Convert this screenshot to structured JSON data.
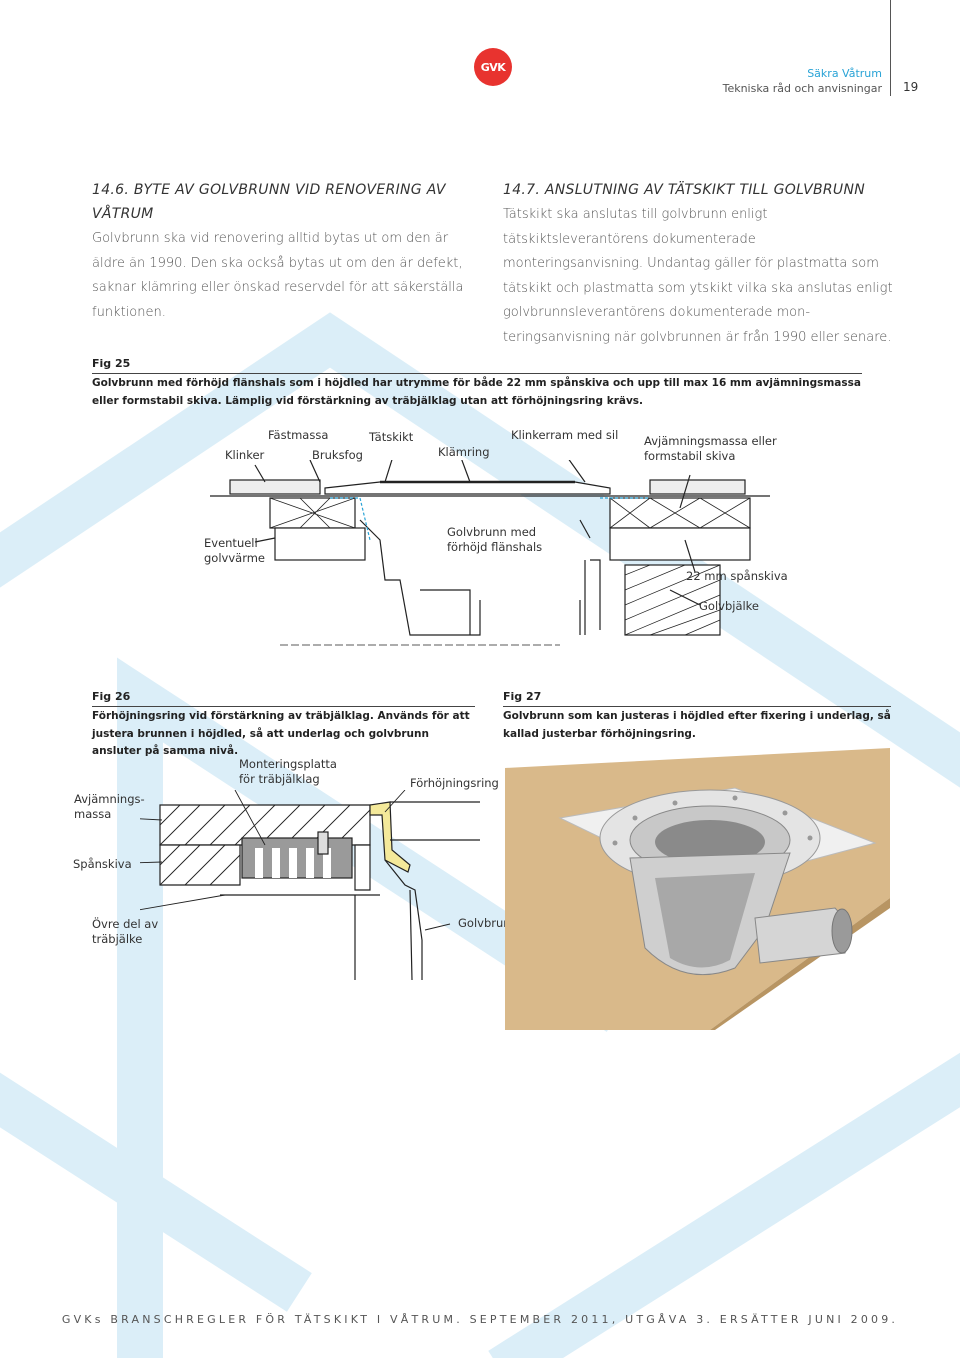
{
  "header": {
    "logo_text": "GVK",
    "title": "Säkra Våtrum",
    "subtitle": "Tekniska råd och anvisningar",
    "page_number": "19",
    "accent_color": "#29a3d6",
    "logo_color": "#e8332f"
  },
  "section1": {
    "heading_line1": "14.6. BYTE AV GOLVBRUNN VID RENOVERING AV",
    "heading_line2": "VÅTRUM",
    "body": "Golvbrunn ska vid renovering alltid bytas ut om den är äldre än 1990. Den ska också bytas ut om den är defekt, saknar klämring eller önskad reservdel för att säkerställa funktionen."
  },
  "section2": {
    "heading": "14.7. ANSLUTNING AV TÄTSKIKT TILL GOLVBRUNN",
    "body": "Tätskikt ska anslutas till golvbrunn enligt tätskiktsleverantörens dokumenterade monteringsanvisning. Undantag gäller för plastmatta som tätskikt och plastmatta som ytskikt vilka ska anslutas enligt golvbrunnsleverantörens dokumenterade mon-teringsanvisning när golvbrunnen är från 1990 eller senare."
  },
  "fig25": {
    "label": "Fig 25",
    "caption": "Golvbrunn med förhöjd flänshals som i höjdled har utrymme för både 22 mm spånskiva och upp till max 16 mm avjämningsmassa eller formstabil skiva. Lämplig vid förstärkning av träbjälklag utan att förhöjningsring krävs.",
    "labels": {
      "fastmassa": "Fästmassa",
      "tatskikt": "Tätskikt",
      "klinkerram": "Klinkerram med sil",
      "avjamning": "Avjämningsmassa eller formstabil skiva",
      "klinker": "Klinker",
      "bruksfog": "Bruksfog",
      "klamring": "Klämring",
      "eventuell": "Eventuell golvvärme",
      "golvbrunn": "Golvbrunn med förhöjd flänshals",
      "spanskiva": "22 mm spånskiva",
      "golvbjalke": "Golvbjälke"
    }
  },
  "fig26": {
    "label": "Fig 26",
    "caption": "Förhöjningsring vid förstärkning av träbjälklag. Används för att justera brunnen i höjdled, så att underlag och golvbrunn ansluter på samma nivå.",
    "labels": {
      "monteringsplatta": "Monteringsplatta för träbjälklag",
      "forhojningsring": "Förhöjningsring",
      "avjamningsmassa": "Avjämnings-massa",
      "spanskiva": "Spånskiva",
      "ovre_del": "Övre del av träbjälke",
      "golvbrunn": "Golvbrunn"
    }
  },
  "fig27": {
    "label": "Fig 27",
    "caption": "Golvbrunn som kan justeras i höjdled efter fixering i underlag, så kallad justerbar förhöjningsring."
  },
  "footer": {
    "text": "GVKs BRANSCHREGLER FÖR TÄTSKIKT I VÅTRUM. SEPTEMBER 2011, UTGÅVA 3. ERSÄTTER JUNI 2009."
  }
}
